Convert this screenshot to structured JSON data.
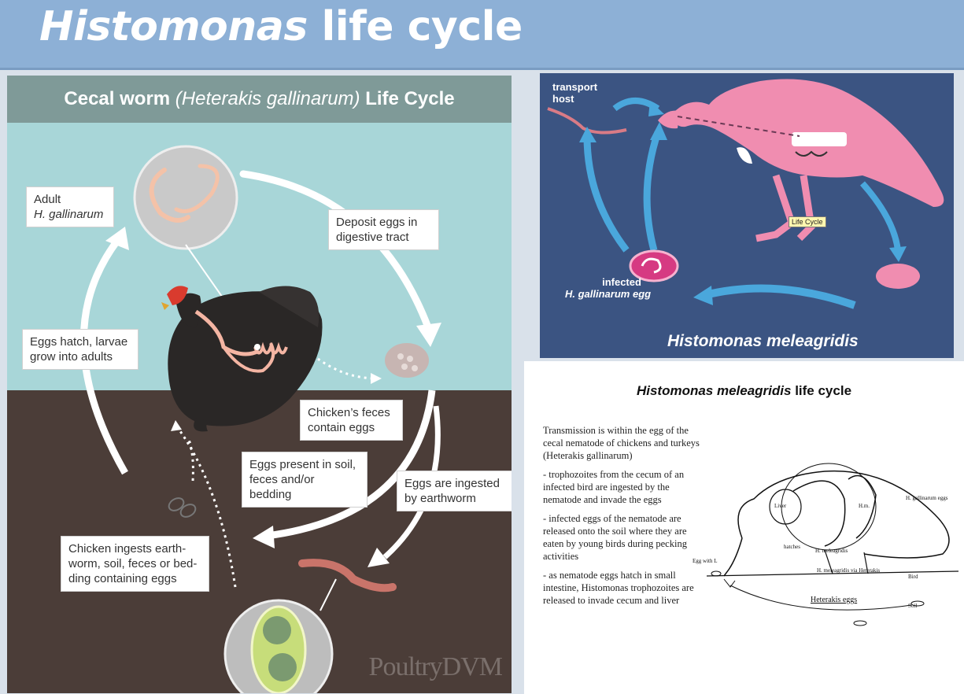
{
  "slide": {
    "title_genus": "Histomonas",
    "title_rest": " life cycle"
  },
  "cecal": {
    "header_pre": "Cecal worm ",
    "header_species": "(Heterakis gallinarum)",
    "header_post": " Life Cycle",
    "adult_label": "Adult",
    "adult_species": "H. gallinarum",
    "deposit": "Deposit eggs in digestive tract",
    "hatch": "Eggs hatch, larvae grow into adults",
    "feces": "Chicken’s feces contain eggs",
    "present": "Eggs present in soil, feces and/or bedding",
    "ingested": "Eggs are ingested by earthworm",
    "ingests": "Chicken ingests earth-worm, soil, feces or bed-ding containing eggs",
    "watermark": "PoultryDVM"
  },
  "histo": {
    "transport": "transport host",
    "infected": "infected",
    "infected_egg": "H. gallinarum egg",
    "tag": "Life Cycle",
    "title": "Histomonas meleagridis"
  },
  "doc": {
    "title_italic": "Histomonas meleagridis",
    "title_rest": " life cycle",
    "p1": "Transmission is within the egg of the cecal nematode of chickens and turkeys (Heterakis gallinarum)",
    "p2": "- trophozoites from the cecum of an infected bird are ingested by the nematode and invade the eggs",
    "p3": "- infected eggs of the nematode are released onto the soil where they are eaten by young birds during pecking activities",
    "p4": "- as nematode eggs hatch in small intestine, Histomonas trophozoites are released to invade cecum and liver",
    "sketch": {
      "liver": "Liver",
      "hm": "H.m.",
      "hg_eggs": "H. gallinarum eggs",
      "hatches": "hatches",
      "hm_mid": "H. meleagridis",
      "hm_via": "H. meleagridis via Heterakis",
      "egg_with": "Egg with L",
      "bird": "Bird",
      "soil": "Soil",
      "heterakis_eggs": "Heterakis eggs"
    }
  },
  "colors": {
    "title_bar": "#8db0d6",
    "sky": "#a8d6d8",
    "ground": "#4b3d38",
    "histo_bg": "#3b5482",
    "turkey_pink": "#f08db0"
  }
}
